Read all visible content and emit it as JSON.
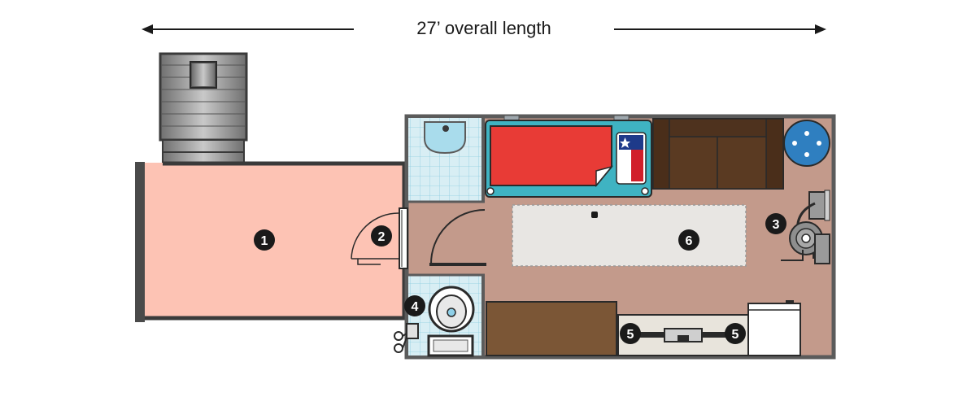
{
  "header": {
    "dimension_label": "27’ overall length"
  },
  "callouts": [
    {
      "id": "1",
      "label": "1"
    },
    {
      "id": "2",
      "label": "2"
    },
    {
      "id": "3",
      "label": "3"
    },
    {
      "id": "4",
      "label": "4"
    },
    {
      "id": "5a",
      "label": "5"
    },
    {
      "id": "5b",
      "label": "5"
    },
    {
      "id": "6",
      "label": "6"
    }
  ],
  "colors": {
    "deck": "#fdc3b4",
    "deck_border": "#3a3a3a",
    "floor": "#c39a8b",
    "wall": "#5b5b5b",
    "bathroom_tile": "#d8eef4",
    "bathroom_grid": "#7fc6da",
    "bed_frame": "#3fb3c2",
    "bed_blanket": "#e83b36",
    "sofa": "#5a3a22",
    "desk": "#7b5636",
    "rug": "#e8e6e3",
    "blue_table": "#2f7fc0",
    "stairs": "#8a8a8a",
    "callout": "#1a1a1a"
  },
  "icons": [
    "texas-flag-pillow-icon",
    "sink-icon",
    "toilet-icon",
    "chair-icon",
    "tv-icon",
    "stairs-icon"
  ]
}
